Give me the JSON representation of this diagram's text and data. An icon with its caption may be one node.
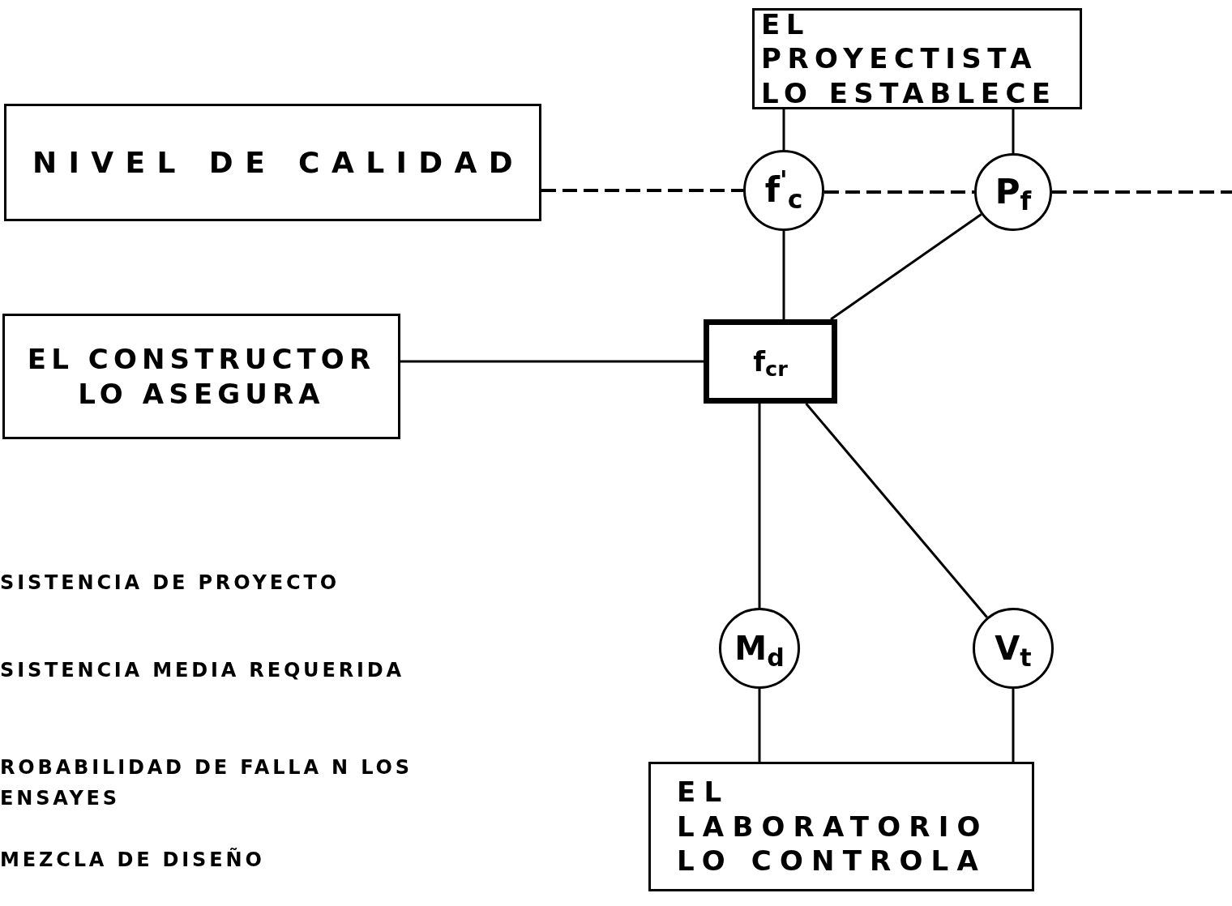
{
  "diagram": {
    "nodes": [
      {
        "text": [
          "EL PROYECTISTA LO ESTABLECE"
        ]
      },
      {
        "text": [
          "NIVEL DE CALIDAD"
        ]
      },
      {
        "text": [
          "f$^{'}$$_{c}$"
        ]
      },
      {
        "text": [
          "P$_{f}$"
        ]
      },
      {
        "text": [
          "EL CONSTRUCTOR LO ASEGURA"
        ]
      },
      {
        "text": [
          "f$_{cr}$"
        ]
      },
      {
        "text": [
          "M$_{d}$"
        ]
      },
      {
        "text": [
          "V$_{t}$"
        ]
      },
      {
        "text": [
          "EL LABORATORIO LO CONTROLA"
        ]
      }
    ],
    "edges": [
      {
        "from": 0,
        "to": 2,
        "arrow": "none"
      },
      {
        "from": 0,
        "to": 3,
        "arrow": "none"
      },
      {
        "from": 1,
        "to": 2,
        "arrow": "none",
        "style": "dashed"
      },
      {
        "from": 2,
        "to": 3,
        "arrow": "none",
        "style": "dashed"
      },
      {
        "from": 3,
        "to": null,
        "arrow": "none",
        "style": "dashed"
      },
      {
        "from": 2,
        "to": 5,
        "arrow": "none"
      },
      {
        "from": 3,
        "to": 5,
        "arrow": "none"
      },
      {
        "from": 4,
        "to": 5,
        "arrow": "none"
      },
      {
        "from": 5,
        "to": 6,
        "arrow": "none"
      },
      {
        "from": 5,
        "to": 7,
        "arrow": "none"
      },
      {
        "from": 6,
        "to": 8,
        "arrow": "none"
      },
      {
        "from": 7,
        "to": 8,
        "arrow": "none"
      }
    ],
    "labels": [
      "SISTENCIA DE PROYECTO",
      "SISTENCIA MEDIA REQUERIDA",
      "ROBABILIDAD DE FALLA N LOS ENSAYES",
      "MEZCLA DE DISEÑO"
    ]
  }
}
